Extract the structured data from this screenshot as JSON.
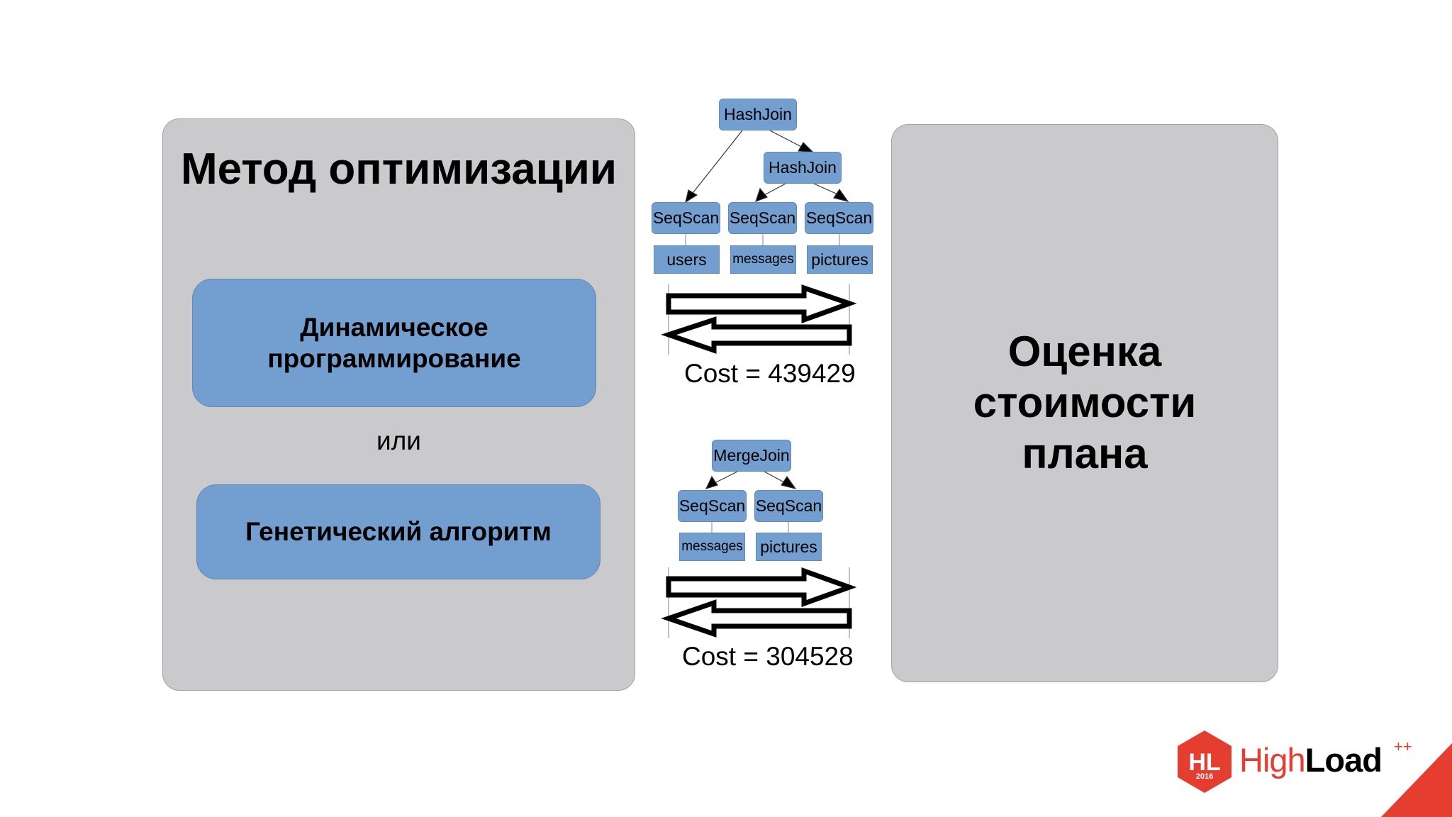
{
  "left_panel": {
    "title": "Метод оптимизации",
    "methods": [
      {
        "label_line1": "Динамическое",
        "label_line2": "программирование"
      },
      {
        "label": "Генетический алгоритм"
      }
    ],
    "or_label": "или"
  },
  "right_panel": {
    "title_lines": [
      "Оценка",
      "стоимости",
      "плана"
    ]
  },
  "plans": [
    {
      "root": "HashJoin",
      "inner_join": "HashJoin",
      "scans": [
        "SeqScan",
        "SeqScan",
        "SeqScan"
      ],
      "tables": [
        "users",
        "messages",
        "pictures"
      ],
      "cost": "Cost = 439429"
    },
    {
      "root": "MergeJoin",
      "scans": [
        "SeqScan",
        "SeqScan"
      ],
      "tables": [
        "messages",
        "pictures"
      ],
      "cost": "Cost = 304528"
    }
  ],
  "logo": {
    "hex_text": "HL",
    "year": "2016",
    "name_light": "High",
    "name_bold": "Load",
    "superscript": "++"
  },
  "colors": {
    "panel_gray": "#cacacc",
    "node_blue": "#729fcf",
    "brand_red": "#e53d2f"
  }
}
